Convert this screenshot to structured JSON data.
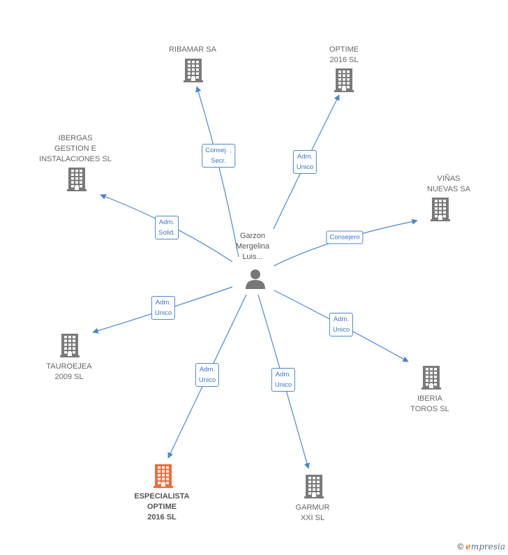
{
  "center": {
    "name": "Garzon\nMergelina\nLuis..."
  },
  "nodes": [
    {
      "id": "ribamar",
      "name": "RIBAMAR SA",
      "highlight": false
    },
    {
      "id": "optime",
      "name": "OPTIME\n2016  SL",
      "highlight": false
    },
    {
      "id": "ibergas",
      "name": "IBERGAS\nGESTION E\nINSTALACIONES SL",
      "highlight": false
    },
    {
      "id": "vinas",
      "name": "VIÑAS\nNUEVAS SA",
      "highlight": false
    },
    {
      "id": "tauroejea",
      "name": "TAUROEJEA\n2009 SL",
      "highlight": false
    },
    {
      "id": "iberia",
      "name": "IBERIA\nTOROS  SL",
      "highlight": false
    },
    {
      "id": "especialista",
      "name": "ESPECIALISTA\nOPTIME\n2016  SL",
      "highlight": true
    },
    {
      "id": "garmur",
      "name": "GARMUR\nXXI  SL",
      "highlight": false
    }
  ],
  "edges": [
    {
      "to": "ribamar",
      "label": "Consej. ,\nSecr."
    },
    {
      "to": "optime",
      "label": "Adm.\nUnico"
    },
    {
      "to": "ibergas",
      "label": "Adm.\nSolid."
    },
    {
      "to": "vinas",
      "label": "Consejero"
    },
    {
      "to": "tauroejea",
      "label": "Adm.\nUnico"
    },
    {
      "to": "iberia",
      "label": "Adm.\nUnico"
    },
    {
      "to": "especialista",
      "label": "Adm.\nUnico"
    },
    {
      "to": "garmur",
      "label": "Adm.\nUnico"
    }
  ],
  "colors": {
    "edge": "#4a87d0",
    "building": "#7a7a7a",
    "building_highlight": "#f26b3a",
    "person": "#777777"
  },
  "icons": {
    "company": "building-icon",
    "person": "person-icon"
  },
  "brand": {
    "copyright": "©",
    "initial": "e",
    "rest": "mpresia"
  }
}
